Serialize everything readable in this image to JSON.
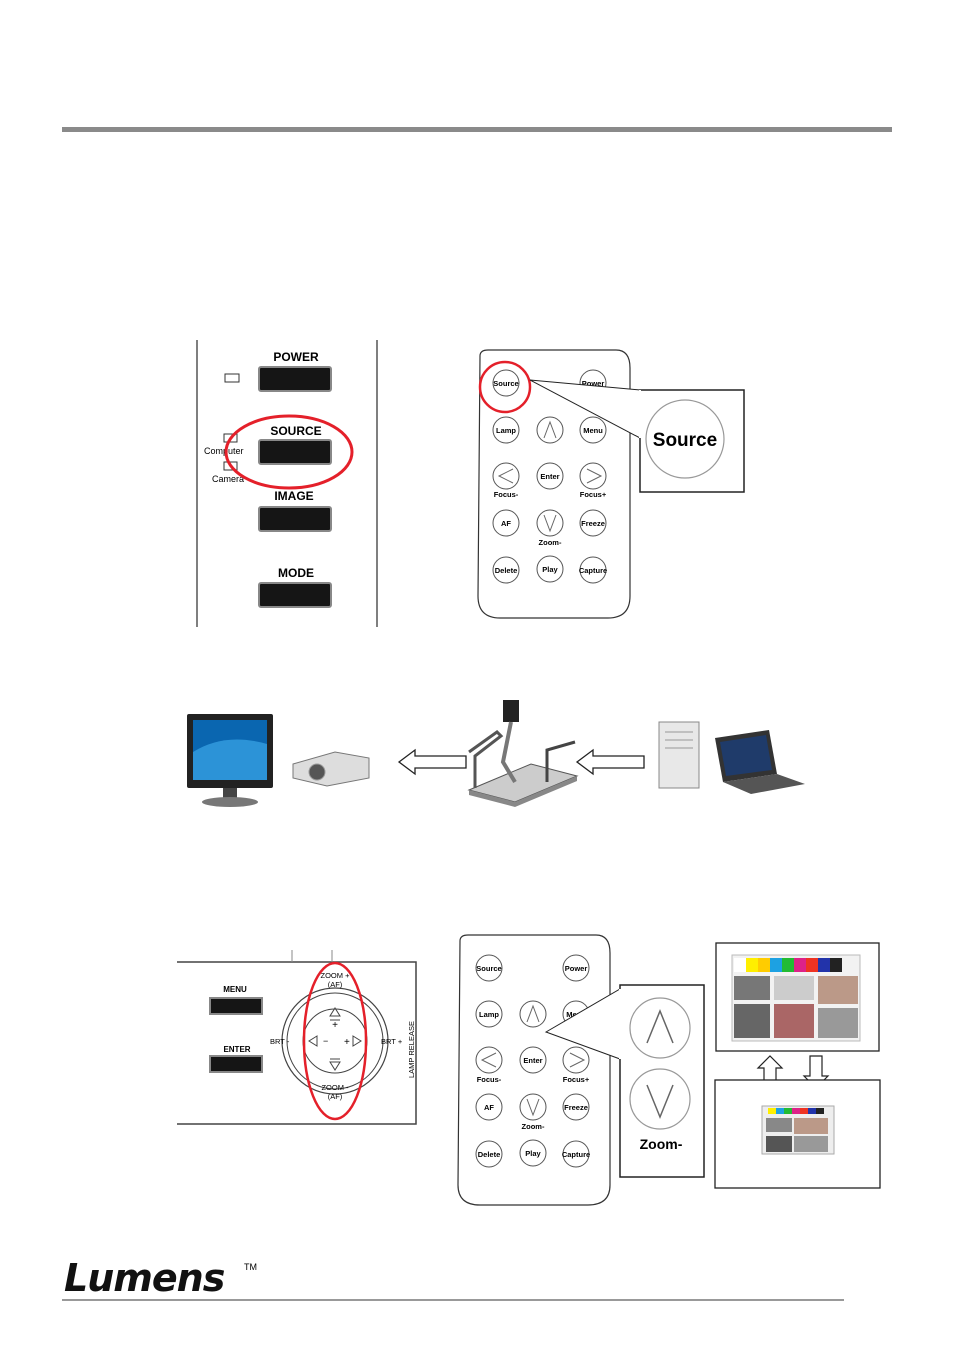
{
  "panel1": {
    "buttons": {
      "power": "POWER",
      "source": "SOURCE",
      "image": "IMAGE",
      "mode": "MODE"
    },
    "leds": {
      "computer": "Computer",
      "camera": "Camera"
    }
  },
  "remote": {
    "source": "Source",
    "power": "Power",
    "lamp": "Lamp",
    "menu": "Menu",
    "enter": "Enter",
    "focus_minus": "Focus-",
    "focus_plus": "Focus+",
    "af": "AF",
    "freeze": "Freeze",
    "zoom_minus": "Zoom-",
    "delete": "Delete",
    "play": "Play",
    "capture": "Capture"
  },
  "callout1": {
    "source": "Source"
  },
  "panel2": {
    "menu": "MENU",
    "enter": "ENTER",
    "zoom_plus": "ZOOM +",
    "zoom_minus": "ZOOM -",
    "af": "(AF)",
    "brt_minus": "BRT -",
    "brt_plus": "BRT +",
    "lamp_release": "LAMP RELEASE"
  },
  "callout2": {
    "zoom_minus": "Zoom-"
  },
  "logo": {
    "brand": "Lumens",
    "tm": "TM"
  }
}
